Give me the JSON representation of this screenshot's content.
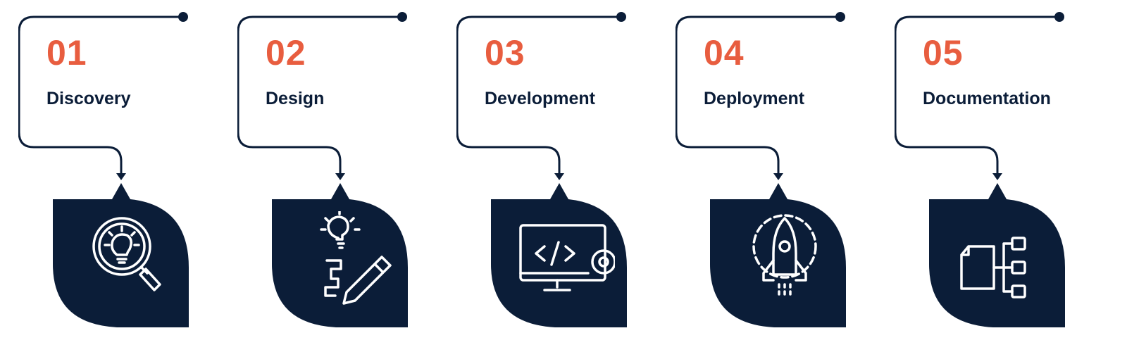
{
  "colors": {
    "accent": "#e85d3f",
    "navy": "#0b1d38"
  },
  "steps": [
    {
      "number": "01",
      "title": "Discovery",
      "icon": "magnifier-lightbulb-icon"
    },
    {
      "number": "02",
      "title": "Design",
      "icon": "lightbulb-pencil-icon"
    },
    {
      "number": "03",
      "title": "Development",
      "icon": "monitor-code-gear-icon"
    },
    {
      "number": "04",
      "title": "Deployment",
      "icon": "rocket-gear-icon"
    },
    {
      "number": "05",
      "title": "Documentation",
      "icon": "document-hierarchy-icon"
    }
  ]
}
